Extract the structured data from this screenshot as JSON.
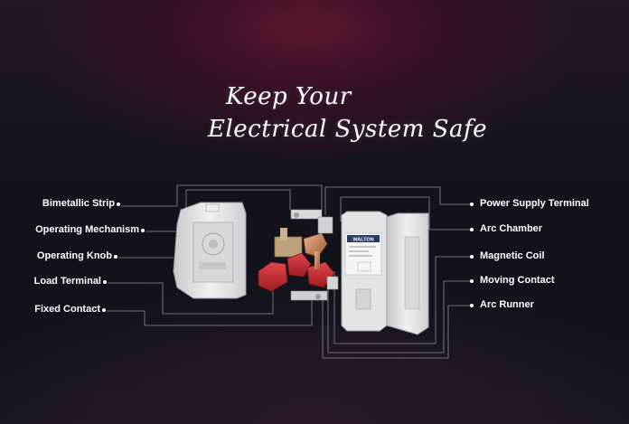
{
  "headline": {
    "line1": "Keep Your",
    "line2": "Electrical System Safe"
  },
  "labels_left": [
    "Bimetallic Strip",
    "Operating Mechanism",
    "Operating Knob",
    "Load Terminal",
    "Fixed Contact"
  ],
  "labels_right": [
    "Power Supply Terminal",
    "Arc Chamber",
    "Magnetic Coil",
    "Moving Contact",
    "Arc Runner"
  ],
  "product": {
    "brand": "WALTON"
  },
  "colors": {
    "accent_glow": "#5a1530",
    "casing": "#e6e6e6",
    "mechanism_red": "#c22a2f",
    "lines": "#8a8a93"
  }
}
